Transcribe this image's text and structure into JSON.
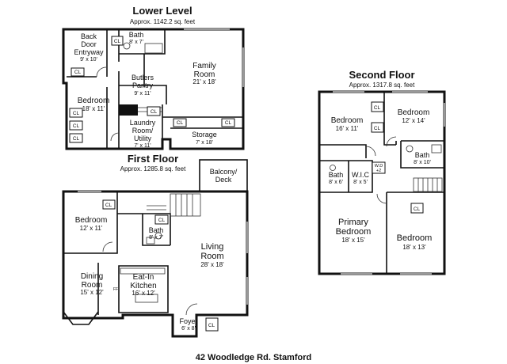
{
  "title": "42 Woodledge Rd. Stamford",
  "lower_level": {
    "heading": "Lower Level",
    "area": "Approx. 1142.2 sq. feet",
    "rooms": {
      "back_door": {
        "name": [
          "Back",
          "Door",
          "Entryway"
        ],
        "dims": "9' x 10'"
      },
      "bath": {
        "name": [
          "Bath"
        ],
        "dims": "8' x 7'"
      },
      "family": {
        "name": [
          "Family",
          "Room"
        ],
        "dims": "21' x 18'"
      },
      "butlers": {
        "name": [
          "Butlers",
          "Pantry"
        ],
        "dims": "9' x 11'"
      },
      "bedroom": {
        "name": [
          "Bedroom"
        ],
        "dims": "18' x 11'"
      },
      "laundry": {
        "name": [
          "Laundry",
          "Room/",
          "Utility"
        ],
        "dims": "7' x 11'"
      },
      "storage": {
        "name": [
          "Storage"
        ],
        "dims": "7' x 18'"
      }
    }
  },
  "first_floor": {
    "heading": "First Floor",
    "area": "Approx. 1285.8 sq. feet",
    "rooms": {
      "balcony": {
        "name": [
          "Balcony/",
          "Deck"
        ],
        "dims": ""
      },
      "bedroom": {
        "name": [
          "Bedroom"
        ],
        "dims": "12' x 11'"
      },
      "bath": {
        "name": [
          "Bath"
        ],
        "dims": "8' x 7'"
      },
      "living": {
        "name": [
          "Living",
          "Room"
        ],
        "dims": "28' x 18'"
      },
      "dining": {
        "name": [
          "Dining",
          "Room"
        ],
        "dims": "15' x 12'"
      },
      "kitchen": {
        "name": [
          "Eat-In",
          "Kitchen"
        ],
        "dims": "16' x 12'"
      },
      "foyer": {
        "name": [
          "Foyer"
        ],
        "dims": "6' x 8'"
      }
    }
  },
  "second_floor": {
    "heading": "Second Floor",
    "area": "Approx. 1317.8 sq. feet",
    "rooms": {
      "bedroom_nw": {
        "name": [
          "Bedroom"
        ],
        "dims": "16' x 11'"
      },
      "bedroom_ne": {
        "name": [
          "Bedroom"
        ],
        "dims": "12' x 14'"
      },
      "bath_e": {
        "name": [
          "Bath"
        ],
        "dims": "8' x 10'"
      },
      "bath_w": {
        "name": [
          "Bath"
        ],
        "dims": "8' x 6'"
      },
      "wic": {
        "name": [
          "W.I.C"
        ],
        "dims": "8' x 5'"
      },
      "primary": {
        "name": [
          "Primary",
          "Bedroom"
        ],
        "dims": "18' x 15'"
      },
      "bedroom_se": {
        "name": [
          "Bedroom"
        ],
        "dims": "18' x 13'"
      }
    }
  },
  "closet_label": "CL",
  "wd_label": [
    "W.D",
    "+2"
  ],
  "ff_label": "FF"
}
